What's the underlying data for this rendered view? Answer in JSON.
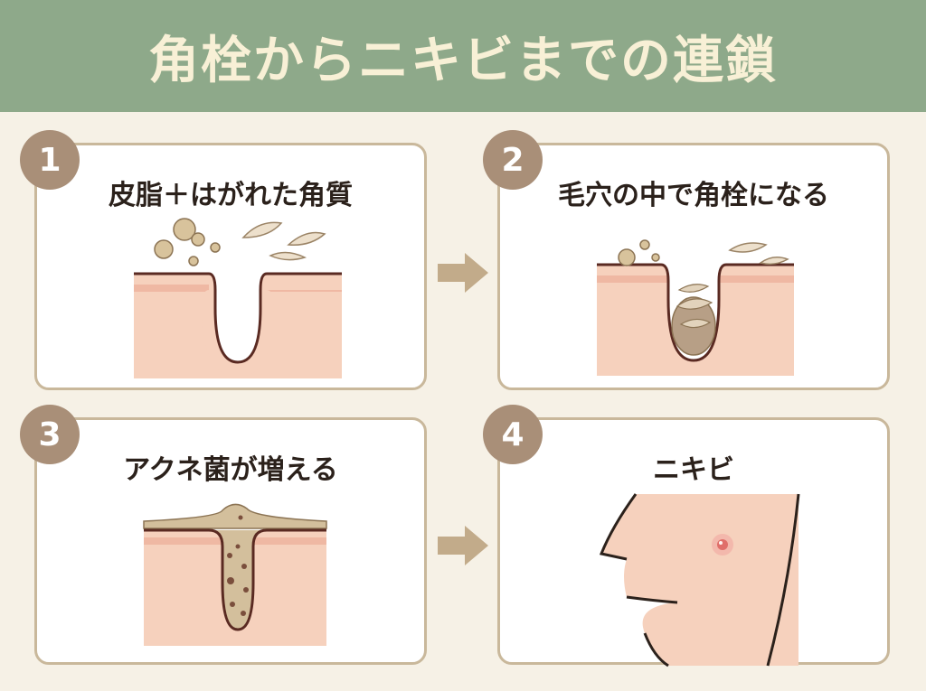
{
  "header": {
    "title": "角栓からニキビまでの連鎖"
  },
  "steps": [
    {
      "number": "1",
      "title": "皮脂＋はがれた角質"
    },
    {
      "number": "2",
      "title": "毛穴の中で角栓になる"
    },
    {
      "number": "3",
      "title": "アクネ菌が増える"
    },
    {
      "number": "4",
      "title": "ニキビ"
    }
  ],
  "colors": {
    "header_bg": "#8ea98a",
    "header_text": "#f8f0d6",
    "badge": "#a98f78",
    "card_border": "#c9b89b",
    "arrow": "#c2ab8a",
    "skin": "#f6d1bd"
  }
}
